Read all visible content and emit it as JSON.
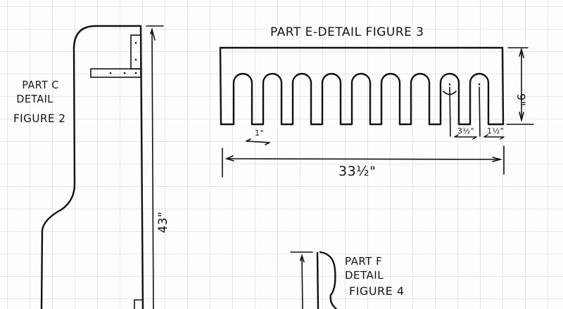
{
  "sheet": {
    "background": "#fdfdfd",
    "grid_color": "#e6e6e6",
    "ink_color": "#111111"
  },
  "figure_2": {
    "label_line1": "PART C",
    "label_line2": "DETAIL",
    "label_line3": "FIGURE 2",
    "height_dimension": "43\""
  },
  "figure_3": {
    "title": "PART E-DETAIL FIGURE 3",
    "finger_count": 9,
    "dimensions": {
      "slot_width": "1\"",
      "finger_spacing": "3½\"",
      "edge_margin": "1½\"",
      "overall_width": "33½\"",
      "overall_height": "9\""
    }
  },
  "figure_4": {
    "label_line1": "PART F",
    "label_line2": "DETAIL",
    "label_line3": "FIGURE 4"
  }
}
